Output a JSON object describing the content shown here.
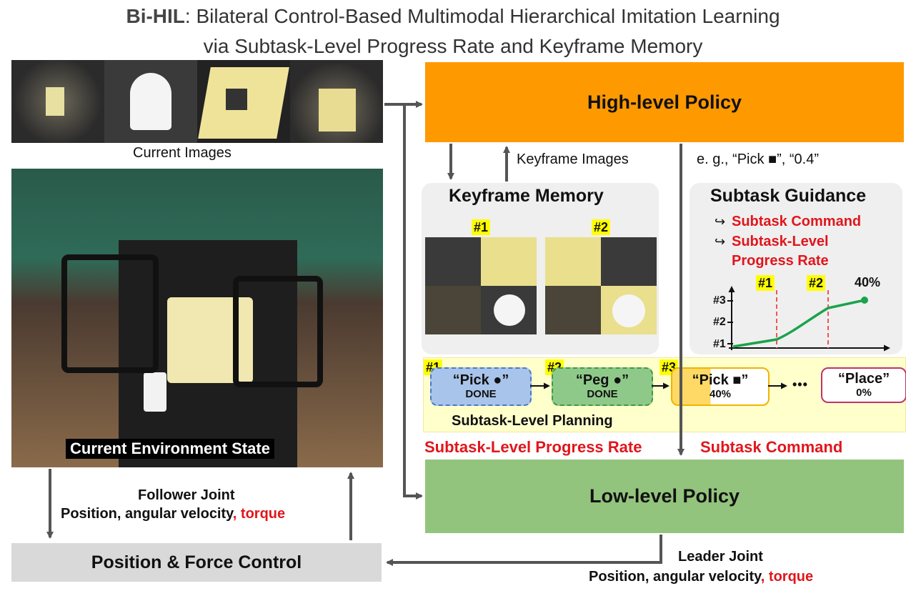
{
  "title": {
    "bold": "Bi-HIL",
    "line1_rest": ": Bilateral Control-Based Multimodal Hierarchical Imitation Learning",
    "line2": "via Subtask-Level Progress Rate and Keyframe Memory"
  },
  "current_images_label": "Current Images",
  "env_state_label": "Current Environment State",
  "high_level_policy": "High-level Policy",
  "low_level_policy": "Low-level Policy",
  "position_force_control": "Position & Force Control",
  "keyframe_images_label": "Keyframe Images",
  "example_label": "e. g., “Pick ■”,  “0.4”",
  "keyframe_memory": {
    "title": "Keyframe Memory",
    "tags": [
      "#1",
      "#2"
    ]
  },
  "subtask_guidance": {
    "title": "Subtask Guidance",
    "arrow_glyph": "↪",
    "item1": "Subtask Command",
    "item2_line1": "Subtask-Level",
    "item2_line2": "Progress Rate",
    "marker1": "#1",
    "marker2": "#2",
    "percent": "40%",
    "y_ticks": [
      "#3",
      "#2",
      "#1"
    ]
  },
  "planning": {
    "label": "Subtask-Level Planning",
    "ellipsis": "• • •",
    "steps": [
      {
        "tag": "#1",
        "name": "“Pick ●”",
        "status": "DONE",
        "color": "#a9c4ea",
        "border": "#4a78c8"
      },
      {
        "tag": "#2",
        "name": "“Peg ●”",
        "status": "DONE",
        "color": "#8fc98a",
        "border": "#3e9a3e"
      },
      {
        "tag": "#3",
        "name": "“Pick ■”",
        "status": "40%",
        "color": "#ffd966",
        "border": "#f0b400"
      },
      {
        "tag": "",
        "name": "“Place”",
        "status": "0%",
        "color": "#ffffff",
        "border": "#c0336b"
      }
    ]
  },
  "progress_rate_label": "Subtask-Level Progress Rate",
  "subtask_command_label": "Subtask Command",
  "follower": {
    "line1": "Follower Joint",
    "line2": "Position, angular velocity",
    "comma": ", ",
    "torque": "torque"
  },
  "leader": {
    "line1": "Leader Joint",
    "line2": "Position, angular velocity",
    "comma": ", ",
    "torque": "torque"
  },
  "colors": {
    "high_level": "#ff9900",
    "low_level": "#93c47d",
    "control": "#d9d9d9",
    "planning_band": "#ffffcc",
    "accent_red": "#e0161c",
    "curve": "#1aa34a"
  }
}
